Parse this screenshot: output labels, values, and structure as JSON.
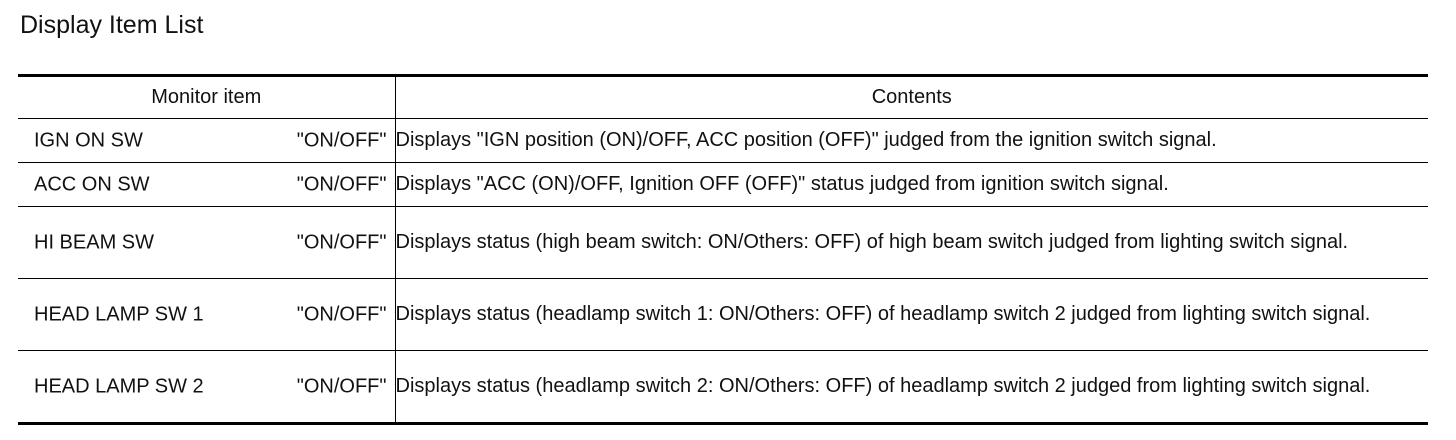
{
  "page": {
    "title": "Display Item List"
  },
  "table": {
    "headers": {
      "monitor_item": "Monitor item",
      "contents": "Contents"
    },
    "rows": [
      {
        "item": "IGN ON SW",
        "value": "\"ON/OFF\"",
        "contents": "Displays \"IGN position (ON)/OFF, ACC position (OFF)\" judged from the ignition switch signal."
      },
      {
        "item": "ACC ON SW",
        "value": "\"ON/OFF\"",
        "contents": "Displays \"ACC (ON)/OFF, Ignition OFF (OFF)\" status judged from ignition switch signal."
      },
      {
        "item": "HI BEAM SW",
        "value": "\"ON/OFF\"",
        "contents": "Displays status (high beam switch: ON/Others: OFF) of high beam switch judged from lighting switch signal."
      },
      {
        "item": "HEAD LAMP SW 1",
        "value": "\"ON/OFF\"",
        "contents": "Displays status (headlamp switch 1: ON/Others: OFF) of headlamp switch 2 judged from lighting switch signal."
      },
      {
        "item": "HEAD LAMP SW 2",
        "value": "\"ON/OFF\"",
        "contents": "Displays status (headlamp switch 2: ON/Others: OFF) of headlamp switch 2 judged from lighting switch signal."
      }
    ]
  }
}
